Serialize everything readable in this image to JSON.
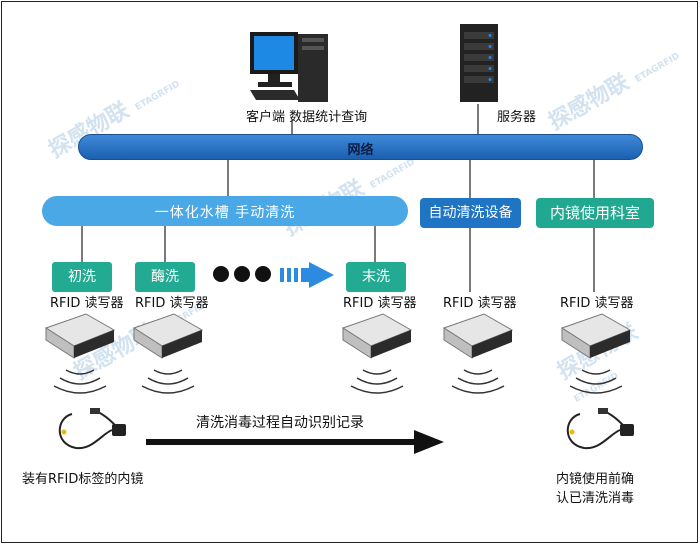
{
  "header": {
    "client_label": "客户端  数据统计查询",
    "server_label": "服务器"
  },
  "network": {
    "label": "网络"
  },
  "process": {
    "manual_label": "一体化水槽  手动清洗",
    "auto_label": "自动清洗设备",
    "room_label": "内镜使用科室"
  },
  "stages": [
    {
      "label": "初洗"
    },
    {
      "label": "酶洗"
    },
    {
      "label": "末洗"
    }
  ],
  "reader_label": "RFID  读写器",
  "flow": {
    "record_label": "清洗消毒过程自动识别记录"
  },
  "endoscope": {
    "left_label": "装有RFID标签的内镜",
    "right_label_1": "内镜使用前确",
    "right_label_2": "认已清洗消毒"
  },
  "watermark": {
    "text": "探感物联",
    "sub": "ETAGRFID"
  },
  "colors": {
    "network": "#1b5fb0",
    "process": "#4aa8e6",
    "stage": "#23aa92",
    "auto": "#1f74c4"
  }
}
